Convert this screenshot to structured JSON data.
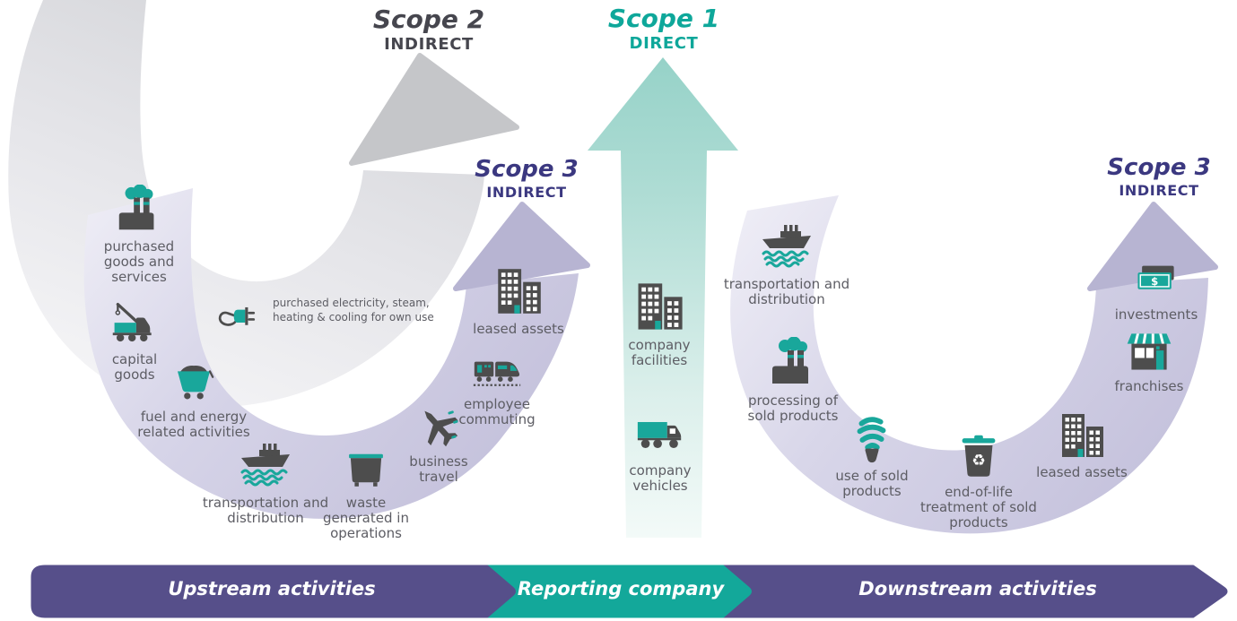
{
  "scopes": {
    "scope2": {
      "title": "Scope 2",
      "subtitle": "INDIRECT"
    },
    "scope1": {
      "title": "Scope 1",
      "subtitle": "DIRECT"
    },
    "scope3_upstream": {
      "title": "Scope 3",
      "subtitle": "INDIRECT"
    },
    "scope3_downstream": {
      "title": "Scope 3",
      "subtitle": "INDIRECT"
    }
  },
  "upstream": {
    "items": [
      {
        "label": "purchased goods and services",
        "icon": "factory-icon"
      },
      {
        "label": "capital goods",
        "icon": "crane-truck-icon"
      },
      {
        "label": "fuel and energy related activities",
        "icon": "minecart-icon"
      },
      {
        "label": "transportation and distribution",
        "icon": "ship-icon"
      },
      {
        "label": "waste generated in operations",
        "icon": "dumpster-icon"
      },
      {
        "label": "business travel",
        "icon": "airplane-icon"
      },
      {
        "label": "employee commuting",
        "icon": "train-icon"
      },
      {
        "label": "leased assets",
        "icon": "buildings-icon"
      }
    ],
    "electricity_note": "purchased electricity, steam, heating & cooling for own use",
    "electricity_icon": "plug-icon"
  },
  "reporting_company": {
    "items": [
      {
        "label": "company facilities",
        "icon": "buildings-icon"
      },
      {
        "label": "company vehicles",
        "icon": "truck-icon"
      }
    ]
  },
  "downstream": {
    "items": [
      {
        "label": "transportation and distribution",
        "icon": "ship-icon"
      },
      {
        "label": "processing of sold products",
        "icon": "factory-icon"
      },
      {
        "label": "use of sold products",
        "icon": "cfl-bulb-icon"
      },
      {
        "label": "end-of-life treatment of sold products",
        "icon": "trash-recycle-icon"
      },
      {
        "label": "leased assets",
        "icon": "buildings-icon"
      },
      {
        "label": "franchises",
        "icon": "storefront-icon"
      },
      {
        "label": "investments",
        "icon": "money-icon"
      }
    ]
  },
  "banner": {
    "upstream_label": "Upstream activities",
    "reporting_label": "Reporting company",
    "downstream_label": "Downstream activities"
  },
  "colors": {
    "icon_teal": "#19a79b",
    "icon_dark": "#4d4d4d",
    "banner_teal": "#13a89a",
    "banner_purple": "#564f8a",
    "lavender_band": "#c8c5de",
    "lavender_arrow": "#b7b4d2",
    "gray_band": "#d6d7dc",
    "gray_arrow": "#c5c6c9",
    "teal_arrow": "#97d3c9",
    "scope1_text": "#0ea79a",
    "scope2_text": "#46464e",
    "scope3_text": "#3b3880",
    "label_text": "#5d5d64"
  }
}
